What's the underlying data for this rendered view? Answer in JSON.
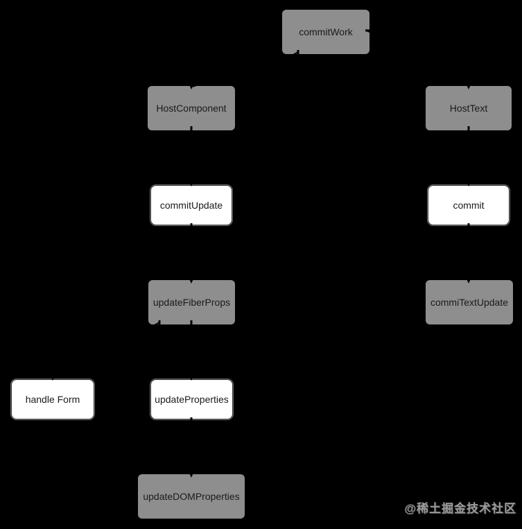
{
  "diagram": {
    "type": "flowchart",
    "direction": "top-down",
    "nodes": [
      {
        "id": "commitWork",
        "label": "commitWork"
      },
      {
        "id": "HostComponent",
        "label": "HostComponent"
      },
      {
        "id": "HostText",
        "label": "HostText"
      },
      {
        "id": "commitUpdate",
        "label": "commitUpdate"
      },
      {
        "id": "commit",
        "label": "commit"
      },
      {
        "id": "updateFiberProps",
        "label": "updateFiberProps"
      },
      {
        "id": "commiTextUpdate",
        "label": "commiTextUpdate"
      },
      {
        "id": "handleForm",
        "label": "handle Form"
      },
      {
        "id": "updateProperties",
        "label": "updateProperties"
      },
      {
        "id": "updateDOMProperties",
        "label": "updateDOMProperties"
      }
    ],
    "edges": [
      {
        "from": "commitWork",
        "to": "HostComponent"
      },
      {
        "from": "commitWork",
        "to": "HostText"
      },
      {
        "from": "HostComponent",
        "to": "commitUpdate"
      },
      {
        "from": "HostText",
        "to": "commit"
      },
      {
        "from": "commitUpdate",
        "to": "updateFiberProps"
      },
      {
        "from": "commit",
        "to": "commiTextUpdate"
      },
      {
        "from": "updateFiberProps",
        "to": "handleForm"
      },
      {
        "from": "updateFiberProps",
        "to": "updateProperties"
      },
      {
        "from": "updateProperties",
        "to": "updateDOMProperties"
      }
    ],
    "colors": {
      "background": "#000000",
      "node_fill": "#ffffff",
      "node_border": "#333333",
      "node_shadow": "#8e8e8e",
      "node_text": "#1a1a1a",
      "edge": "#000000"
    }
  },
  "watermark": {
    "text": "@稀土掘金技术社区",
    "color": "#9a9a9a"
  }
}
